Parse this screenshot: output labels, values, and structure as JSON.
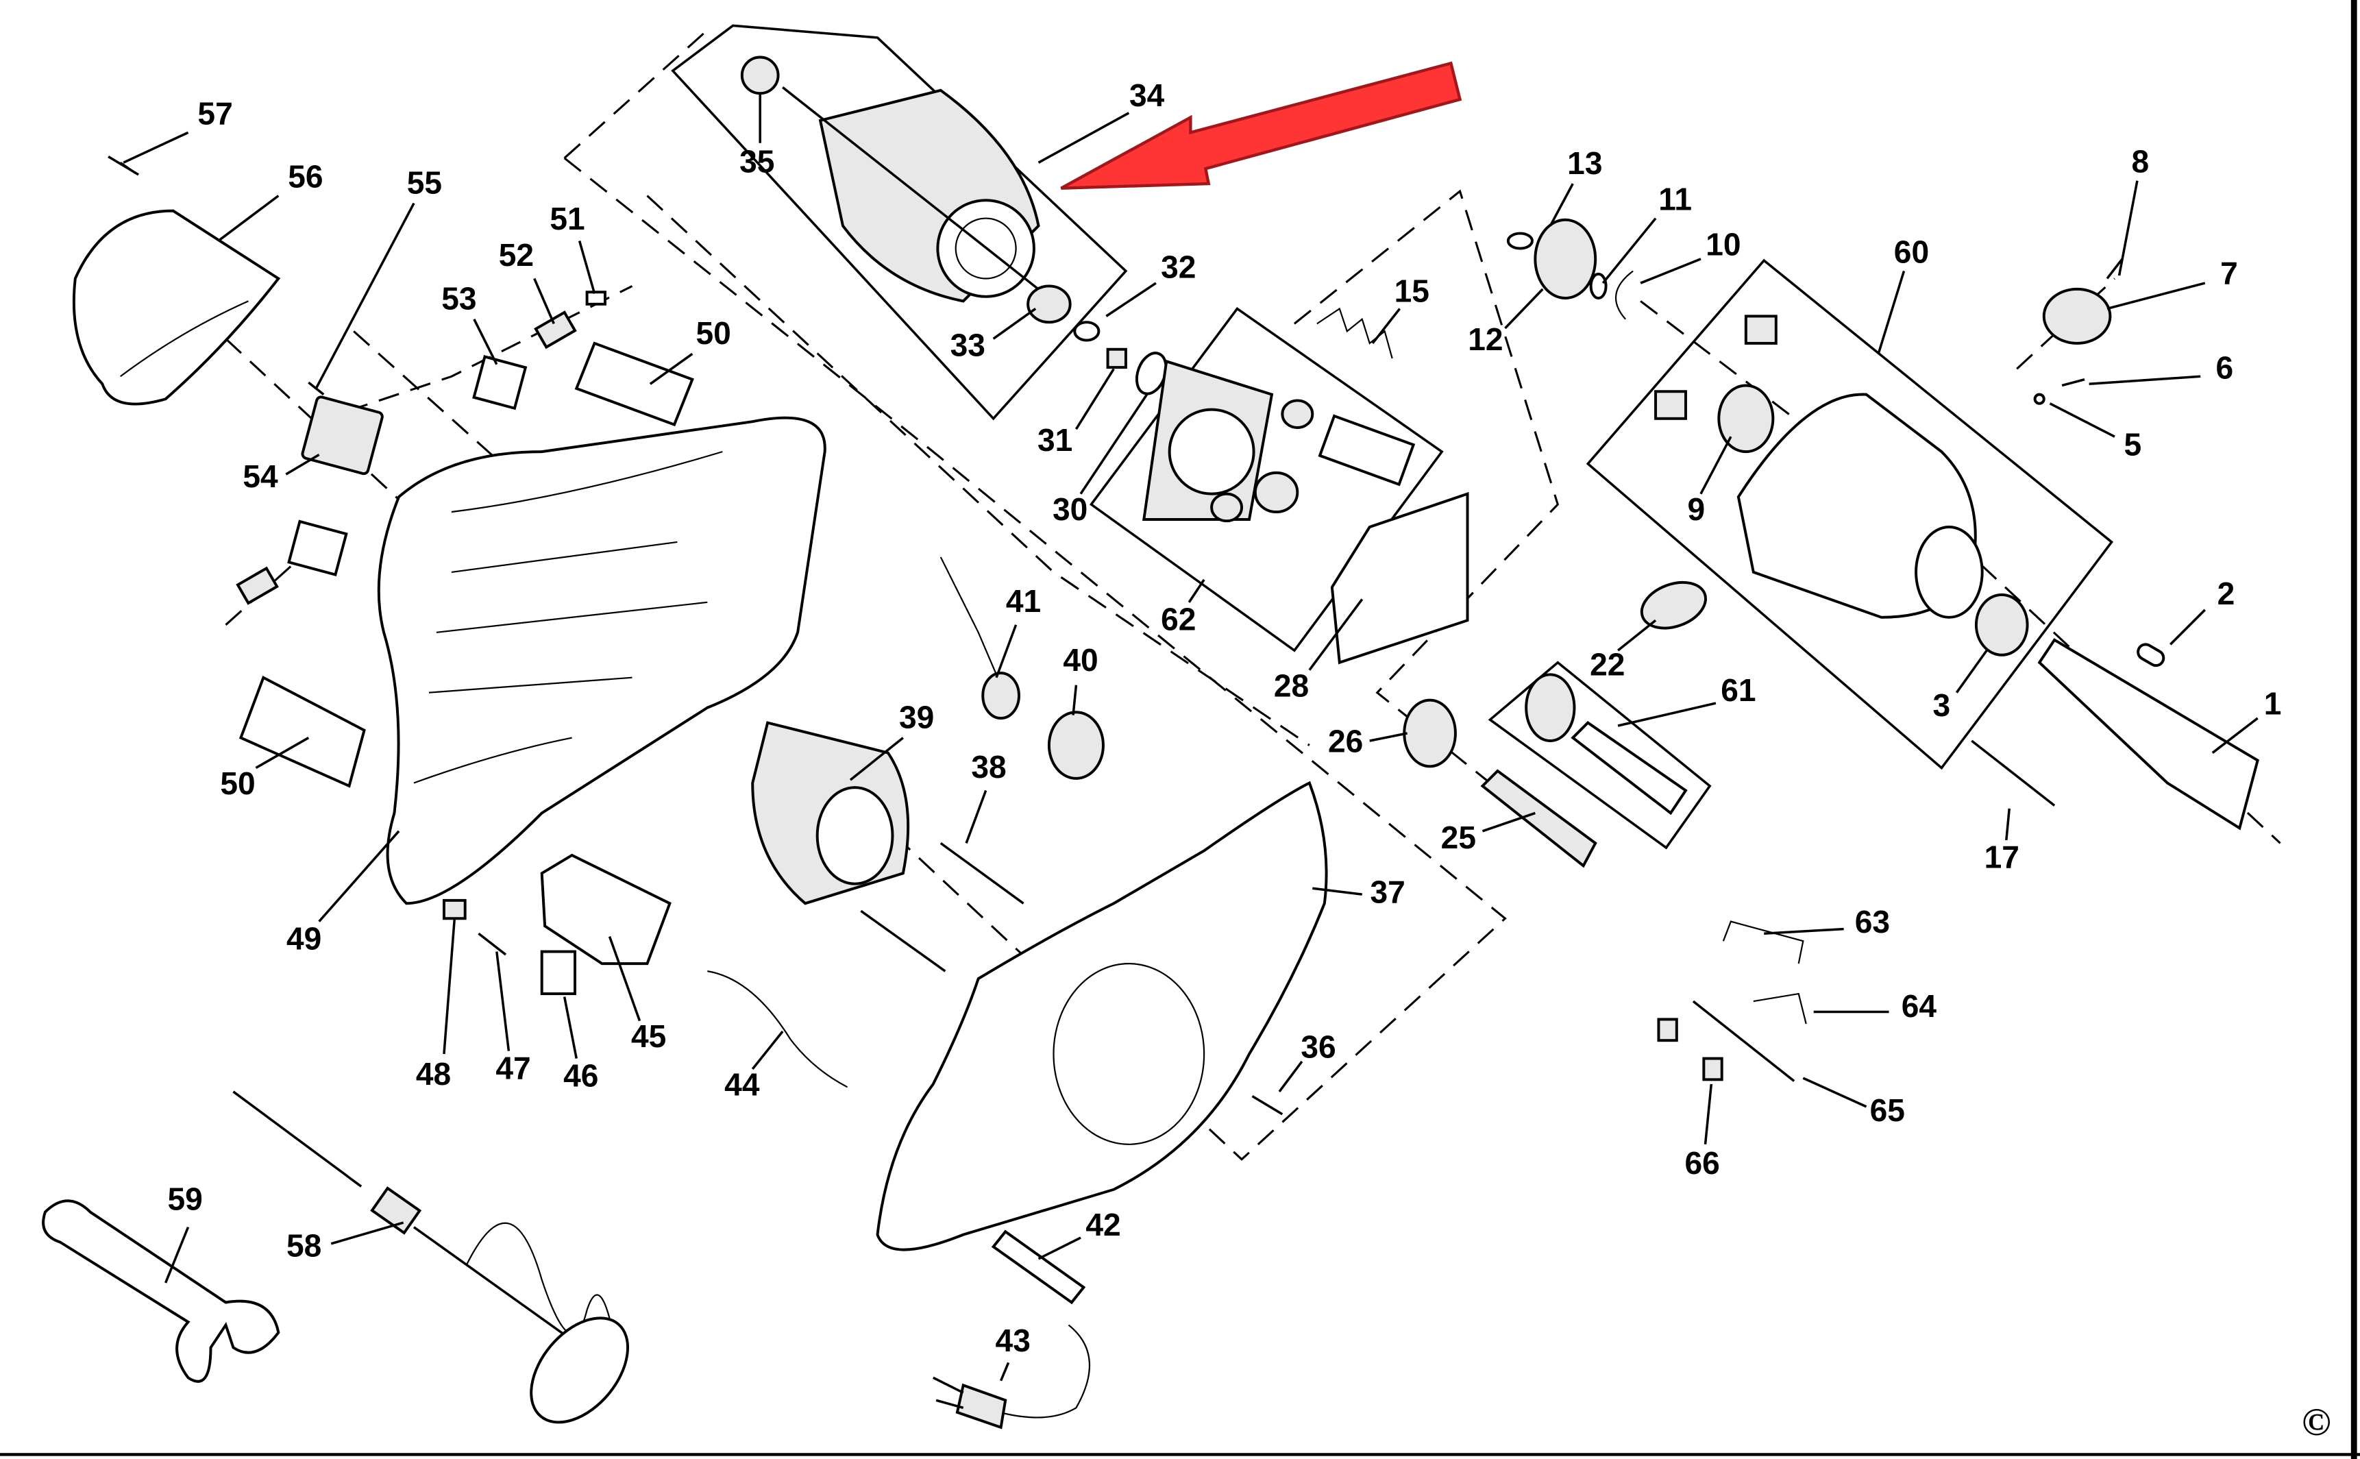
{
  "diagram": {
    "callouts": [
      "57",
      "56",
      "55",
      "51",
      "52",
      "53",
      "50",
      "54",
      "35",
      "34",
      "32",
      "33",
      "31",
      "30",
      "13",
      "11",
      "10",
      "12",
      "15",
      "60",
      "8",
      "7",
      "6",
      "5",
      "9",
      "62",
      "28",
      "22",
      "2",
      "3",
      "61",
      "1",
      "26",
      "25",
      "17",
      "41",
      "40",
      "39",
      "38",
      "37",
      "50",
      "49",
      "48",
      "47",
      "46",
      "45",
      "44",
      "36",
      "63",
      "64",
      "65",
      "66",
      "59",
      "58",
      "42",
      "43"
    ],
    "highlight_arrow_color": "#ff3535",
    "highlight_arrow_target": "34",
    "copyright": "©"
  }
}
